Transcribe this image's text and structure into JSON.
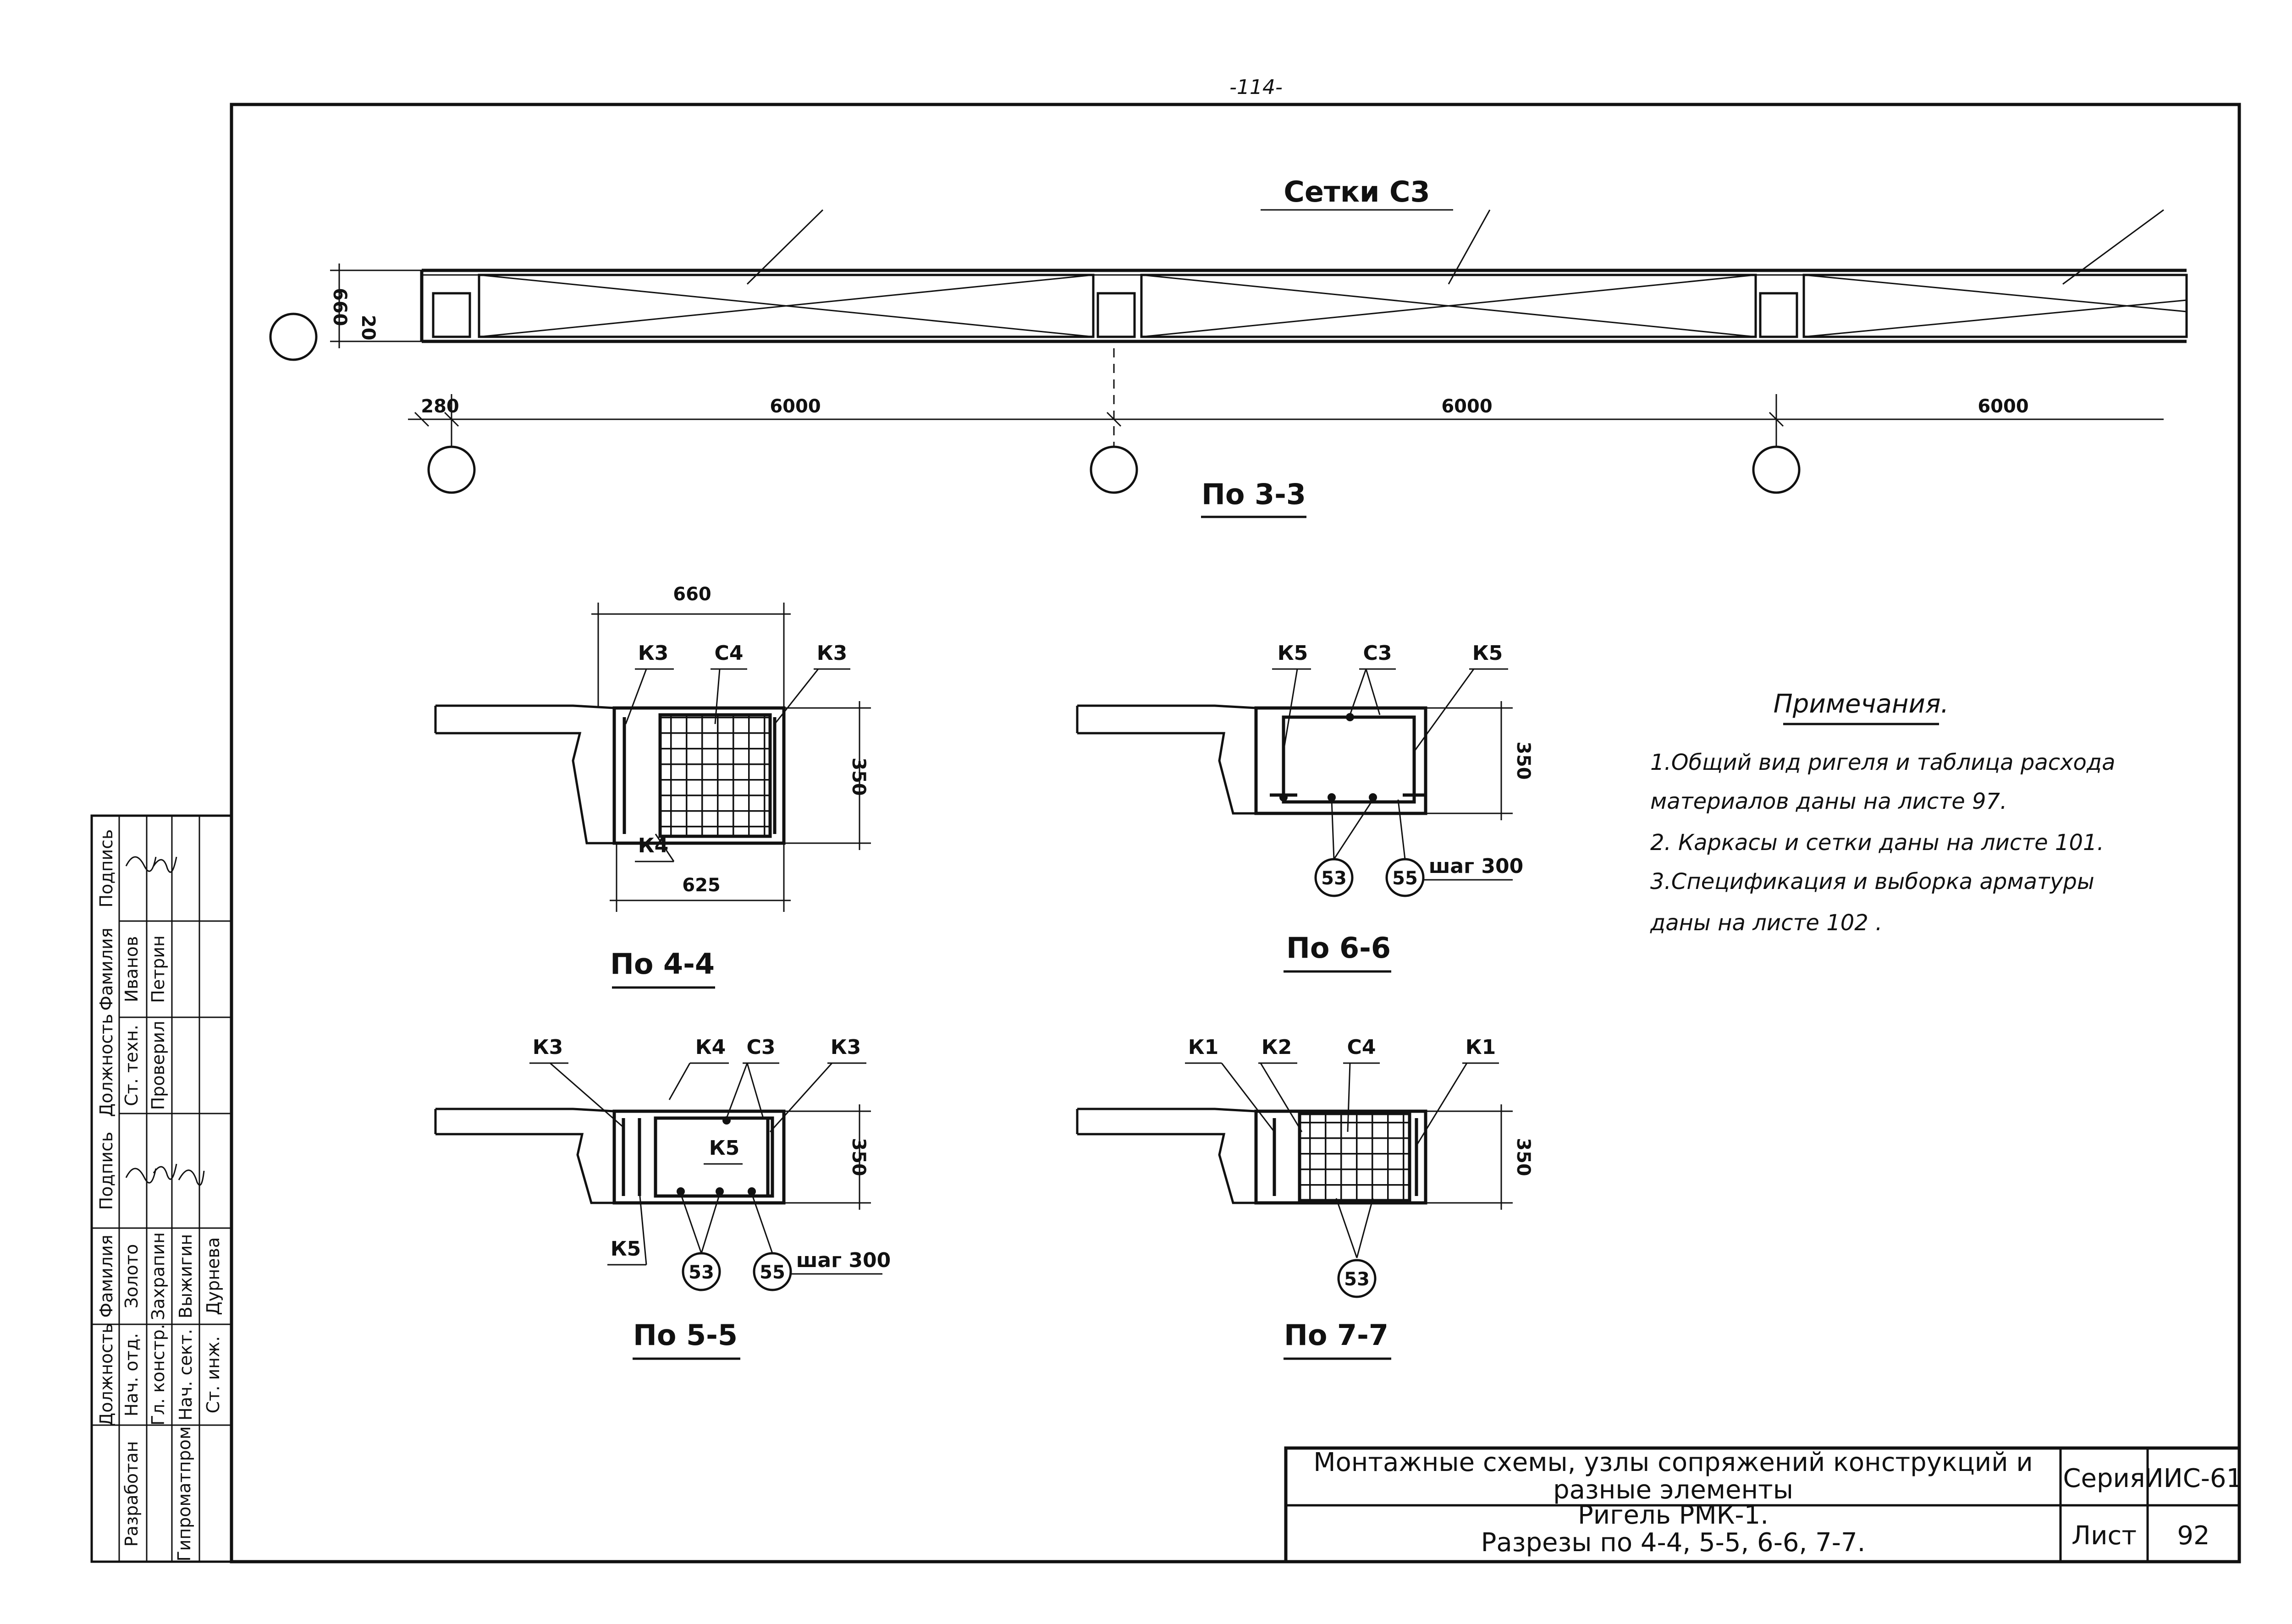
{
  "page_number": "-114-",
  "plan": {
    "nets_label": "Сетки С3",
    "height_dim": "660",
    "offset_dim": "20",
    "edge_dim": "280",
    "spans": [
      "6000",
      "6000",
      "6000"
    ],
    "title": "По 3-3"
  },
  "sections": {
    "s44": {
      "title": "По 4-4",
      "width_top": "660",
      "width_bottom": "625",
      "height": "350",
      "labels": [
        "К3",
        "С4",
        "К3",
        "К4"
      ]
    },
    "s66": {
      "title": "По 6-6",
      "height": "350",
      "labels": [
        "К5",
        "С3",
        "К5"
      ],
      "markers": [
        "53",
        "55"
      ],
      "step": "шаг 300"
    },
    "s55": {
      "title": "По 5-5",
      "height": "350",
      "labels": [
        "К3",
        "К4",
        "С3",
        "К3",
        "К5",
        "К5"
      ],
      "markers": [
        "53",
        "55"
      ],
      "step": "шаг 300"
    },
    "s77": {
      "title": "По 7-7",
      "height": "350",
      "labels": [
        "К1",
        "К2",
        "С4",
        "К1"
      ],
      "markers": [
        "53"
      ]
    }
  },
  "notes": {
    "title": "Примечания.",
    "items": [
      "1.Общий вид ригеля и таблица расхода",
      "материалов даны на листе 97.",
      "2. Каркасы и сетки даны на листе 101.",
      "3.Спецификация и выборка арматуры",
      "даны на листе 102 ."
    ]
  },
  "title_block": {
    "line1": "Монтажные схемы, узлы сопряжений конструкций и",
    "line2": "разные элементы",
    "line3": "Ригель РМК-1.",
    "line4": "Разрезы по 4-4, 5-5, 6-6, 7-7.",
    "series_label": "Серия",
    "series_value": "ИИС-61",
    "sheet_label": "Лист",
    "sheet_value": "92"
  },
  "stamp": {
    "headers": [
      "Должность",
      "Фамилия",
      "Подпись",
      "Должность",
      "Фамилия",
      "Подпись"
    ],
    "org_1": "Разработан",
    "org_2": "Гипроматпром",
    "rows": [
      [
        "Нач. отд.",
        "Золото"
      ],
      [
        "Гл. констр.",
        "Захрапин"
      ],
      [
        "Нач. сект.",
        "Выжигин"
      ],
      [
        "Ст. инж.",
        "Дурнева"
      ]
    ],
    "rows_right": [
      [
        "Ст. техн.",
        "Иванов"
      ],
      [
        "Проверил",
        "Петрин"
      ]
    ]
  }
}
